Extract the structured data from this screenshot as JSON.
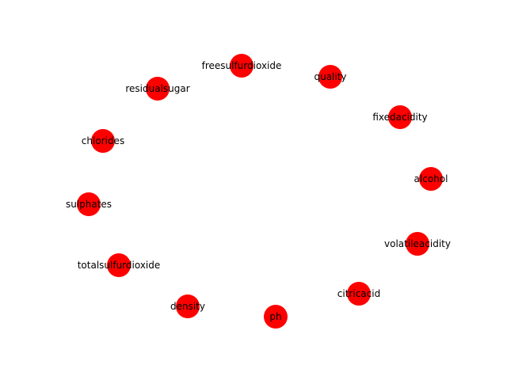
{
  "graph": {
    "node_color": "#ff0000",
    "label_color": "#000000",
    "nodes": [
      {
        "id": "freesulfurdioxide",
        "label": "freesulfurdioxide"
      },
      {
        "id": "quality",
        "label": "quality"
      },
      {
        "id": "residualsugar",
        "label": "residualsugar"
      },
      {
        "id": "fixedacidity",
        "label": "fixedacidity"
      },
      {
        "id": "chlorides",
        "label": "chlorides"
      },
      {
        "id": "alcohol",
        "label": "alcohol"
      },
      {
        "id": "sulphates",
        "label": "sulphates"
      },
      {
        "id": "volatileacidity",
        "label": "volatileacidity"
      },
      {
        "id": "totalsulfurdioxide",
        "label": "totalsulfurdioxide"
      },
      {
        "id": "citricacid",
        "label": "citricacid"
      },
      {
        "id": "density",
        "label": "density"
      },
      {
        "id": "ph",
        "label": "ph"
      }
    ],
    "edges": []
  }
}
